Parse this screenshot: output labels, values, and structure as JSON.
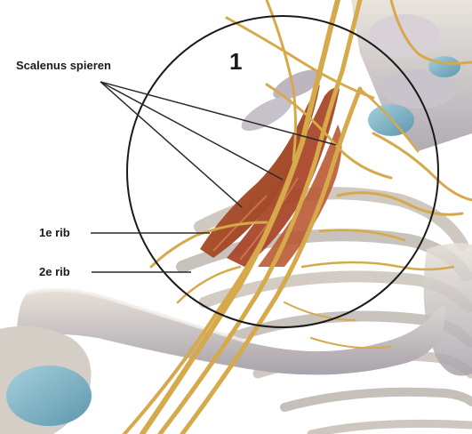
{
  "figure": {
    "zone_number": "1",
    "labels": {
      "scalenus": "Scalenus spieren",
      "rib1": "1e rib",
      "rib2": "2e rib"
    }
  },
  "colors": {
    "background": "#ffffff",
    "bone": "#d9d3c8",
    "bone_shadow": "#a8a2a6",
    "muscle": "#b3522e",
    "nerve": "#d6a94a",
    "cartilage": "#7fb6c9",
    "leader_line": "#2a2a2a"
  }
}
